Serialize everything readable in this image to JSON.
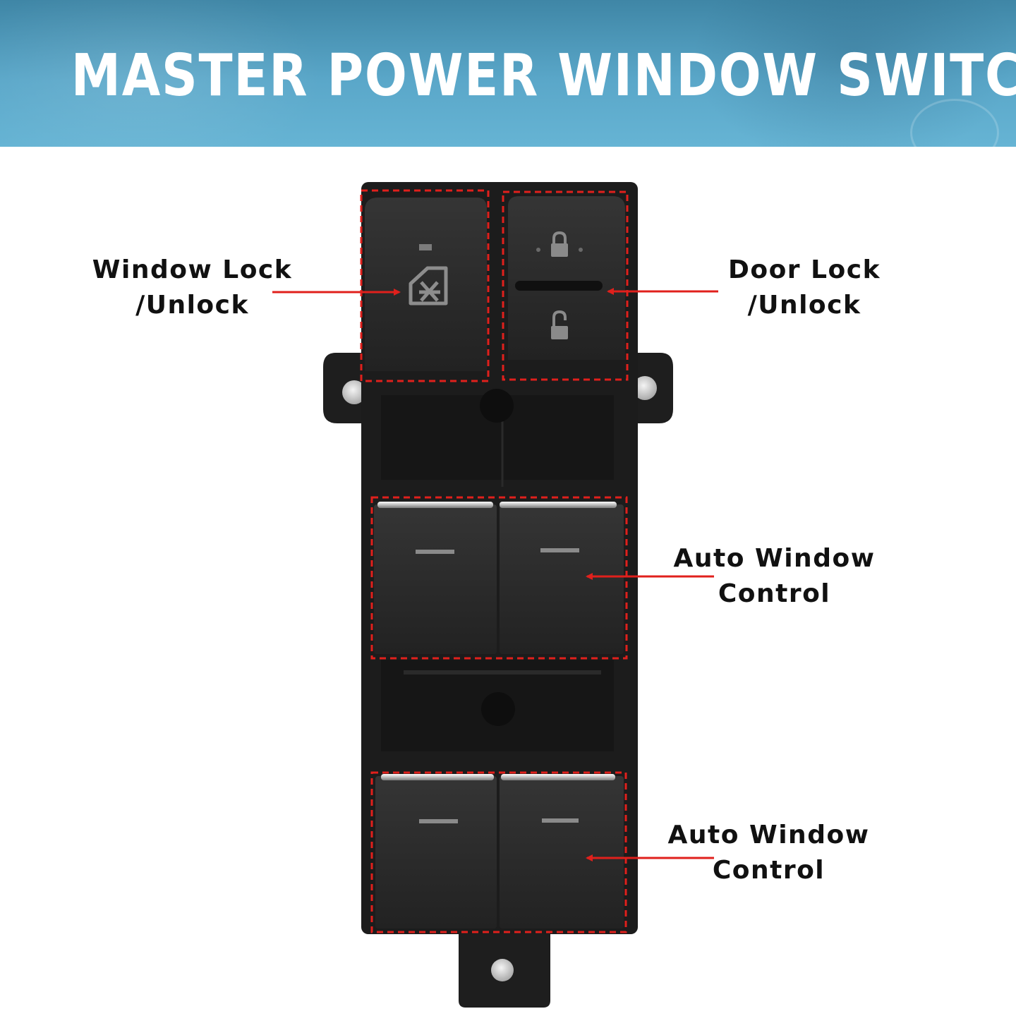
{
  "header": {
    "title": "MASTER POWER WINDOW SWITCH"
  },
  "callouts": {
    "window_lock": {
      "line1": "Window Lock",
      "line2": "/Unlock"
    },
    "door_lock": {
      "line1": "Door Lock",
      "line2": "/Unlock"
    },
    "auto_window_front": {
      "line1": "Auto Window",
      "line2": "Control"
    },
    "auto_window_rear": {
      "line1": "Auto Window",
      "line2": "Control"
    }
  },
  "colors": {
    "banner": "#5aa7c9",
    "accent_red": "#e0201c",
    "switch_body": "#1c1c1c",
    "button_face": "#2b2b2b",
    "chrome": "#d8d8d8",
    "icon_gray": "#8a8a8a"
  },
  "icons": [
    "window-lock-icon",
    "lock-closed-icon",
    "lock-open-icon"
  ]
}
